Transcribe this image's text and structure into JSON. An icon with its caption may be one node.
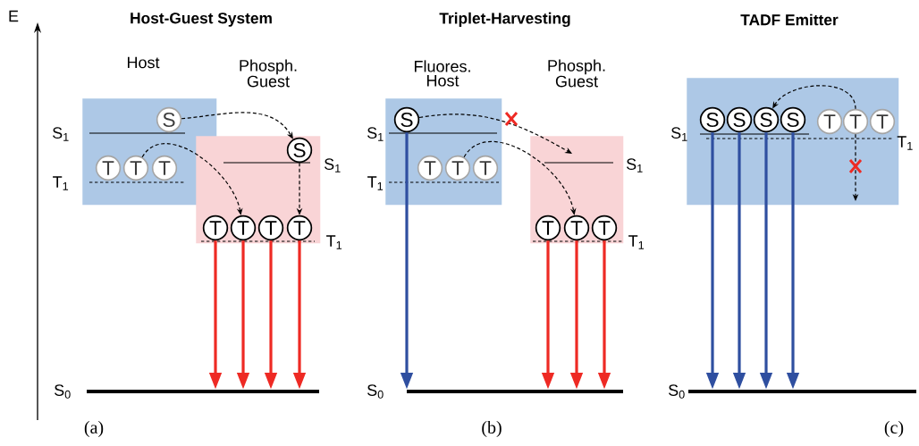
{
  "diagram": {
    "nodes": [
      {
        "text": [
          "Host"
        ]
      },
      {
        "text": [
          "S"
        ],
        "in": 0
      },
      {
        "text": [
          "T"
        ],
        "in": 0
      },
      {
        "text": [
          "T"
        ],
        "in": 0
      },
      {
        "text": [
          "T"
        ],
        "in": 0
      },
      {
        "text": [
          "Phosph. Guest"
        ]
      },
      {
        "text": [
          "S"
        ],
        "in": 5
      },
      {
        "text": [
          "T"
        ],
        "in": 5
      },
      {
        "text": [
          "T"
        ],
        "in": 5
      },
      {
        "text": [
          "T"
        ],
        "in": 5
      },
      {
        "text": [
          "T"
        ],
        "in": 5
      },
      {
        "text": [],
        "shape": "bar",
        "beside": [
          "S$_{0}$"
        ]
      },
      {
        "text": [
          "Fluores. Host"
        ]
      },
      {
        "text": [
          "S"
        ],
        "in": 12
      },
      {
        "text": [
          "T"
        ],
        "in": 12
      },
      {
        "text": [
          "T"
        ],
        "in": 12
      },
      {
        "text": [
          "T"
        ],
        "in": 12
      },
      {
        "text": [
          "Phosph. Guest"
        ]
      },
      {
        "text": [
          "T"
        ],
        "in": 17
      },
      {
        "text": [
          "T"
        ],
        "in": 17
      },
      {
        "text": [
          "T"
        ],
        "in": 17
      },
      {
        "text": [],
        "shape": "bar",
        "beside": [
          "S$_{0}$"
        ]
      },
      {
        "text": [],
        "shape": "box"
      },
      {
        "text": [
          "S"
        ],
        "in": 22
      },
      {
        "text": [
          "S"
        ],
        "in": 22
      },
      {
        "text": [
          "S"
        ],
        "in": 22
      },
      {
        "text": [
          "S"
        ],
        "in": 22
      },
      {
        "text": [
          "T"
        ],
        "in": 22
      },
      {
        "text": [
          "T"
        ],
        "in": 22
      },
      {
        "text": [
          "T"
        ],
        "in": 22
      },
      {
        "text": [],
        "shape": "bar",
        "beside": [
          "S$_{0}$"
        ]
      }
    ],
    "edges": [
      {
        "from": 1,
        "to": 6,
        "arrow": "to",
        "style": "dashed"
      },
      {
        "from": 3,
        "to": 8,
        "arrow": "to",
        "style": "dashed"
      },
      {
        "from": 6,
        "to": 10,
        "arrow": "to",
        "style": "dashed"
      },
      {
        "from": 7,
        "to": 11,
        "arrow": "to",
        "color": "#ee2a24"
      },
      {
        "from": 8,
        "to": 11,
        "arrow": "to",
        "color": "#ee2a24"
      },
      {
        "from": 9,
        "to": 11,
        "arrow": "to",
        "color": "#ee2a24"
      },
      {
        "from": 10,
        "to": 11,
        "arrow": "to",
        "color": "#ee2a24"
      },
      {
        "from": 13,
        "to": null,
        "arrow": "to",
        "style": "dashed"
      },
      {
        "from": 15,
        "to": 19,
        "arrow": "to",
        "style": "dashed"
      },
      {
        "from": 13,
        "to": 21,
        "arrow": "to",
        "color": "#2f4fa0"
      },
      {
        "from": 18,
        "to": 21,
        "arrow": "to",
        "color": "#ee2a24"
      },
      {
        "from": 19,
        "to": 21,
        "arrow": "to",
        "color": "#ee2a24"
      },
      {
        "from": 20,
        "to": 21,
        "arrow": "to",
        "color": "#ee2a24"
      },
      {
        "from": 28,
        "to": 25,
        "arrow": "to",
        "style": "dashed"
      },
      {
        "from": 28,
        "to": null,
        "arrow": "to",
        "style": "dashed"
      },
      {
        "from": 23,
        "to": 30,
        "arrow": "to",
        "color": "#2f4fa0"
      },
      {
        "from": 24,
        "to": 30,
        "arrow": "to",
        "color": "#2f4fa0"
      },
      {
        "from": 25,
        "to": 30,
        "arrow": "to",
        "color": "#2f4fa0"
      },
      {
        "from": 26,
        "to": 30,
        "arrow": "to",
        "color": "#2f4fa0"
      }
    ],
    "labels": [
      "E",
      "Host-Guest System",
      "Triplet-Harvesting",
      "TADF Emitter",
      "S$_{1}$",
      "T$_{1}$",
      "S$_{1}$",
      "T$_{1}$",
      "S$_{1}$",
      "T$_{1}$",
      "S$_{1}$",
      "T$_{1}$",
      "S$_{1}$",
      "T$_{1}$",
      "(a)",
      "(b)",
      "(c)"
    ]
  }
}
